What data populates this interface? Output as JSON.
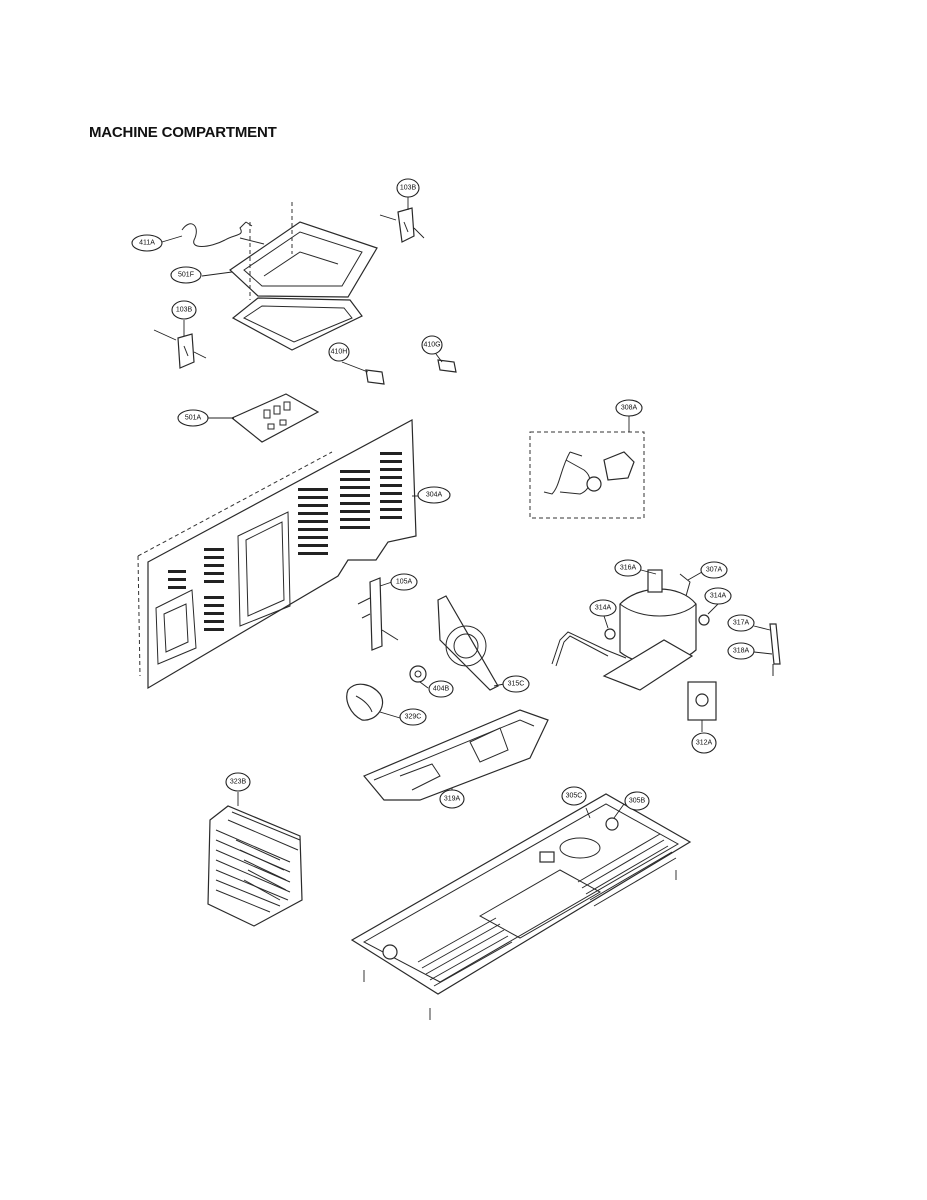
{
  "title": "MACHINE COMPARTMENT",
  "callouts": {
    "c411a": "411A",
    "c103b_top": "103B",
    "c501f": "501F",
    "c103b_left": "103B",
    "c410h": "410H",
    "c410g": "410G",
    "c501a": "501A",
    "c308a": "308A",
    "c304a": "304A",
    "c316a": "316A",
    "c307a": "307A",
    "c314a_left": "314A",
    "c314a_right": "314A",
    "c317a": "317A",
    "c318a": "318A",
    "c105a": "105A",
    "c404b": "404B",
    "c315c": "315C",
    "c329c": "329C",
    "c312a": "312A",
    "c319a": "319A",
    "c323b": "323B",
    "c305c": "305C",
    "c305b": "305B"
  }
}
